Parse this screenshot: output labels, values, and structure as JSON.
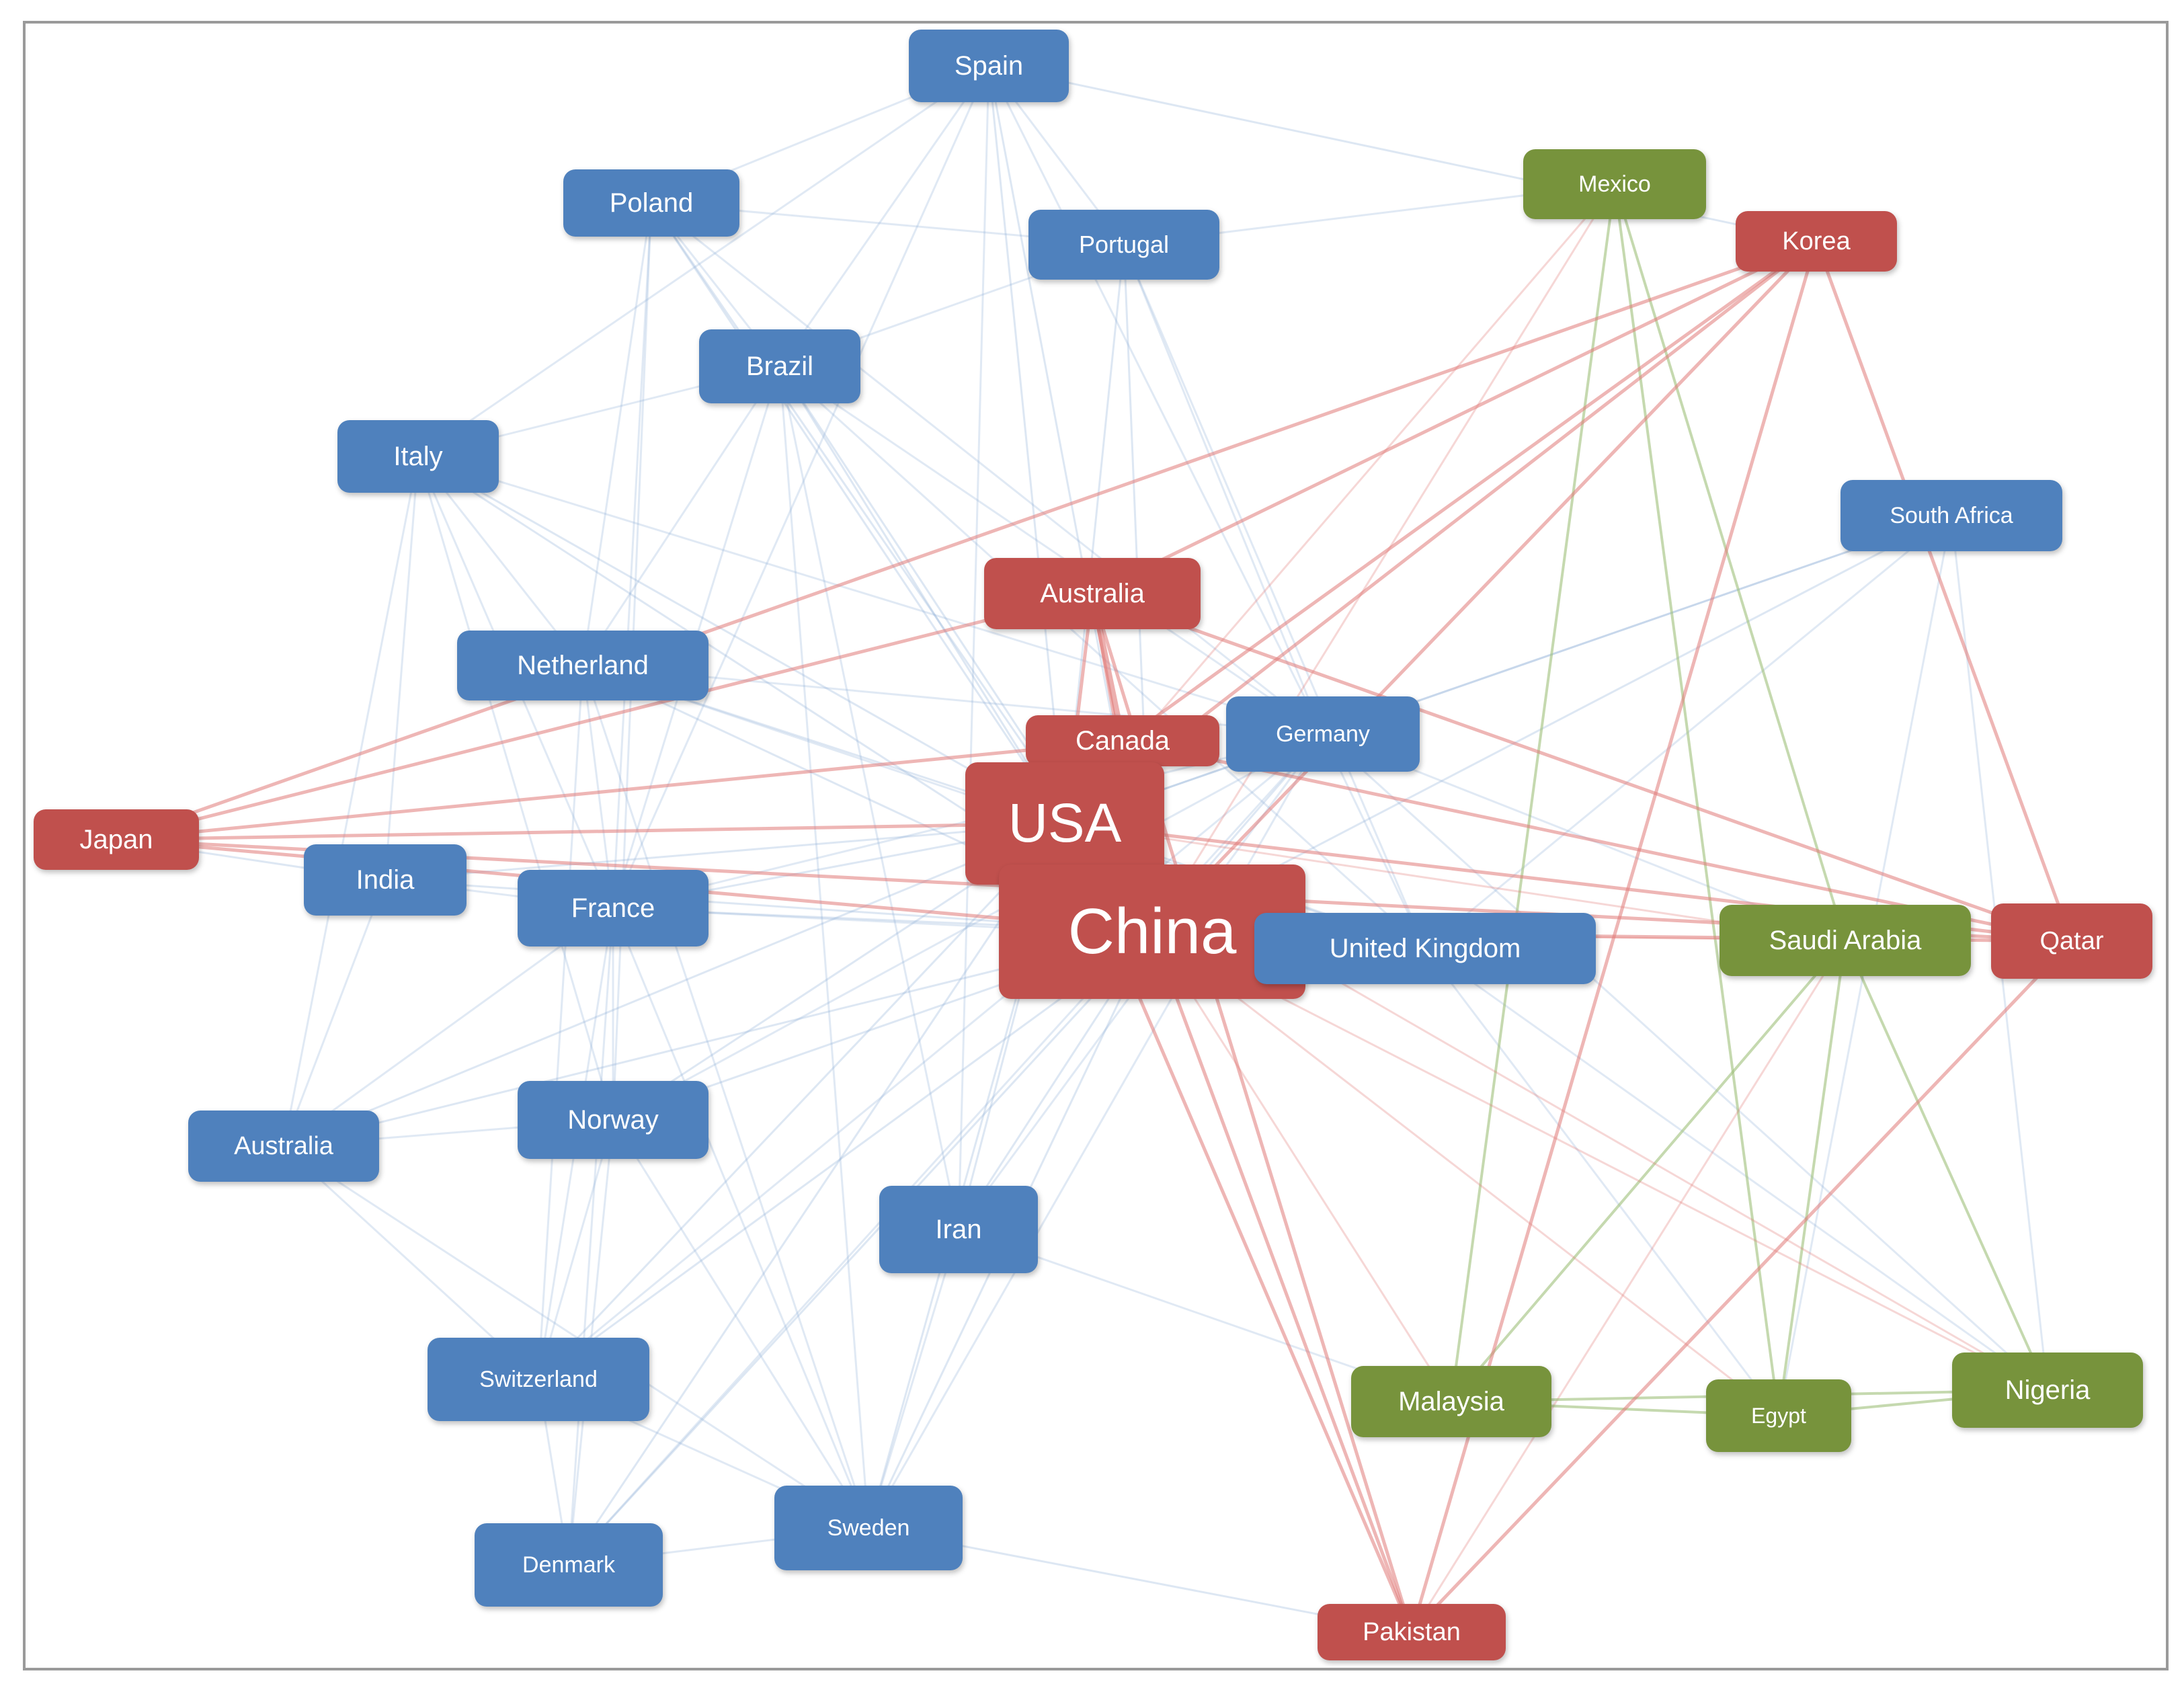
{
  "colors": {
    "blue": "#4f81bd",
    "red": "#c0504d",
    "green": "#77933c",
    "edge_blue": "#8fb0d8",
    "edge_red": "#e07a78",
    "edge_green": "#9fc07a"
  },
  "nodes": {
    "spain": {
      "label": "Spain",
      "group": "blue"
    },
    "poland": {
      "label": "Poland",
      "group": "blue"
    },
    "portugal": {
      "label": "Portugal",
      "group": "blue"
    },
    "brazil": {
      "label": "Brazil",
      "group": "blue"
    },
    "italy": {
      "label": "Italy",
      "group": "blue"
    },
    "netherland": {
      "label": "Netherland",
      "group": "blue"
    },
    "india": {
      "label": "India",
      "group": "blue"
    },
    "france": {
      "label": "France",
      "group": "blue"
    },
    "australia_blue": {
      "label": "Australia",
      "group": "blue"
    },
    "norway": {
      "label": "Norway",
      "group": "blue"
    },
    "iran": {
      "label": "Iran",
      "group": "blue"
    },
    "switzerland": {
      "label": "Switzerland",
      "group": "blue"
    },
    "sweden": {
      "label": "Sweden",
      "group": "blue"
    },
    "denmark": {
      "label": "Denmark",
      "group": "blue"
    },
    "germany": {
      "label": "Germany",
      "group": "blue"
    },
    "united_kingdom": {
      "label": "United Kingdom",
      "group": "blue"
    },
    "south_africa": {
      "label": "South Africa",
      "group": "blue"
    },
    "japan": {
      "label": "Japan",
      "group": "red"
    },
    "australia_red": {
      "label": "Australia",
      "group": "red"
    },
    "canada": {
      "label": "Canada",
      "group": "red"
    },
    "usa": {
      "label": "USA",
      "group": "red"
    },
    "china": {
      "label": "China",
      "group": "red"
    },
    "korea": {
      "label": "Korea",
      "group": "red"
    },
    "qatar": {
      "label": "Qatar",
      "group": "red"
    },
    "pakistan": {
      "label": "Pakistan",
      "group": "red"
    },
    "mexico": {
      "label": "Mexico",
      "group": "green"
    },
    "saudi_arabia": {
      "label": "Saudi Arabia",
      "group": "green"
    },
    "malaysia": {
      "label": "Malaysia",
      "group": "green"
    },
    "egypt": {
      "label": "Egypt",
      "group": "green"
    },
    "nigeria": {
      "label": "Nigeria",
      "group": "green"
    }
  },
  "edges": [
    [
      "spain",
      "poland"
    ],
    [
      "spain",
      "portugal"
    ],
    [
      "spain",
      "brazil"
    ],
    [
      "spain",
      "china"
    ],
    [
      "spain",
      "korea"
    ],
    [
      "spain",
      "iran"
    ],
    [
      "spain",
      "germany"
    ],
    [
      "spain",
      "italy"
    ],
    [
      "spain",
      "france"
    ],
    [
      "spain",
      "usa"
    ],
    [
      "poland",
      "portugal"
    ],
    [
      "poland",
      "brazil"
    ],
    [
      "poland",
      "china"
    ],
    [
      "poland",
      "netherland"
    ],
    [
      "poland",
      "france"
    ],
    [
      "poland",
      "norway"
    ],
    [
      "poland",
      "usa"
    ],
    [
      "poland",
      "germany"
    ],
    [
      "portugal",
      "brazil"
    ],
    [
      "portugal",
      "china"
    ],
    [
      "portugal",
      "germany"
    ],
    [
      "portugal",
      "mexico"
    ],
    [
      "portugal",
      "united_kingdom"
    ],
    [
      "portugal",
      "usa"
    ],
    [
      "brazil",
      "china"
    ],
    [
      "brazil",
      "usa"
    ],
    [
      "brazil",
      "italy"
    ],
    [
      "brazil",
      "netherland"
    ],
    [
      "brazil",
      "france"
    ],
    [
      "brazil",
      "sweden"
    ],
    [
      "brazil",
      "germany"
    ],
    [
      "brazil",
      "united_kingdom"
    ],
    [
      "brazil",
      "iran"
    ],
    [
      "italy",
      "china"
    ],
    [
      "italy",
      "usa"
    ],
    [
      "italy",
      "india"
    ],
    [
      "italy",
      "australia_blue"
    ],
    [
      "italy",
      "netherland"
    ],
    [
      "italy",
      "france"
    ],
    [
      "italy",
      "germany"
    ],
    [
      "italy",
      "norway"
    ],
    [
      "netherland",
      "china"
    ],
    [
      "netherland",
      "usa"
    ],
    [
      "netherland",
      "germany"
    ],
    [
      "netherland",
      "france"
    ],
    [
      "netherland",
      "united_kingdom"
    ],
    [
      "netherland",
      "sweden"
    ],
    [
      "netherland",
      "switzerland"
    ],
    [
      "india",
      "china"
    ],
    [
      "india",
      "usa"
    ],
    [
      "india",
      "france"
    ],
    [
      "india",
      "australia_blue"
    ],
    [
      "india",
      "japan"
    ],
    [
      "france",
      "china"
    ],
    [
      "france",
      "usa"
    ],
    [
      "france",
      "germany"
    ],
    [
      "france",
      "united_kingdom"
    ],
    [
      "france",
      "norway"
    ],
    [
      "france",
      "switzerland"
    ],
    [
      "france",
      "denmark"
    ],
    [
      "france",
      "sweden"
    ],
    [
      "france",
      "australia_blue"
    ],
    [
      "australia_blue",
      "china"
    ],
    [
      "australia_blue",
      "usa"
    ],
    [
      "australia_blue",
      "norway"
    ],
    [
      "australia_blue",
      "switzerland"
    ],
    [
      "australia_blue",
      "sweden"
    ],
    [
      "norway",
      "china"
    ],
    [
      "norway",
      "usa"
    ],
    [
      "norway",
      "germany"
    ],
    [
      "norway",
      "switzerland"
    ],
    [
      "norway",
      "denmark"
    ],
    [
      "norway",
      "sweden"
    ],
    [
      "iran",
      "china"
    ],
    [
      "iran",
      "usa"
    ],
    [
      "iran",
      "sweden"
    ],
    [
      "iran",
      "germany"
    ],
    [
      "iran",
      "malaysia"
    ],
    [
      "switzerland",
      "china"
    ],
    [
      "switzerland",
      "usa"
    ],
    [
      "switzerland",
      "denmark"
    ],
    [
      "switzerland",
      "sweden"
    ],
    [
      "switzerland",
      "germany"
    ],
    [
      "sweden",
      "china"
    ],
    [
      "sweden",
      "usa"
    ],
    [
      "sweden",
      "denmark"
    ],
    [
      "sweden",
      "pakistan"
    ],
    [
      "sweden",
      "germany"
    ],
    [
      "denmark",
      "china"
    ],
    [
      "denmark",
      "usa"
    ],
    [
      "denmark",
      "germany"
    ],
    [
      "germany",
      "china"
    ],
    [
      "germany",
      "usa"
    ],
    [
      "germany",
      "united_kingdom"
    ],
    [
      "germany",
      "south_africa"
    ],
    [
      "germany",
      "saudi_arabia"
    ],
    [
      "germany",
      "nigeria"
    ],
    [
      "united_kingdom",
      "china"
    ],
    [
      "united_kingdom",
      "usa"
    ],
    [
      "united_kingdom",
      "south_africa"
    ],
    [
      "united_kingdom",
      "nigeria"
    ],
    [
      "united_kingdom",
      "egypt"
    ],
    [
      "south_africa",
      "china"
    ],
    [
      "south_africa",
      "usa"
    ],
    [
      "south_africa",
      "egypt"
    ],
    [
      "south_africa",
      "nigeria"
    ],
    [
      "mexico",
      "china"
    ],
    [
      "mexico",
      "usa"
    ],
    [
      "mexico",
      "egypt"
    ],
    [
      "mexico",
      "malaysia"
    ],
    [
      "mexico",
      "saudi_arabia"
    ],
    [
      "saudi_arabia",
      "china"
    ],
    [
      "saudi_arabia",
      "usa"
    ],
    [
      "saudi_arabia",
      "egypt"
    ],
    [
      "saudi_arabia",
      "malaysia"
    ],
    [
      "saudi_arabia",
      "nigeria"
    ],
    [
      "saudi_arabia",
      "pakistan"
    ],
    [
      "malaysia",
      "egypt"
    ],
    [
      "malaysia",
      "nigeria"
    ],
    [
      "malaysia",
      "china"
    ],
    [
      "egypt",
      "nigeria"
    ],
    [
      "egypt",
      "china"
    ],
    [
      "nigeria",
      "china"
    ],
    [
      "nigeria",
      "usa"
    ],
    [
      "japan",
      "china"
    ],
    [
      "japan",
      "usa"
    ],
    [
      "japan",
      "canada"
    ],
    [
      "japan",
      "australia_red"
    ],
    [
      "japan",
      "qatar"
    ],
    [
      "japan",
      "korea"
    ],
    [
      "australia_red",
      "china"
    ],
    [
      "australia_red",
      "usa"
    ],
    [
      "australia_red",
      "canada"
    ],
    [
      "australia_red",
      "korea"
    ],
    [
      "australia_red",
      "qatar"
    ],
    [
      "australia_red",
      "pakistan"
    ],
    [
      "canada",
      "china"
    ],
    [
      "canada",
      "usa"
    ],
    [
      "canada",
      "korea"
    ],
    [
      "canada",
      "qatar"
    ],
    [
      "usa",
      "china"
    ],
    [
      "usa",
      "korea"
    ],
    [
      "usa",
      "qatar"
    ],
    [
      "usa",
      "pakistan"
    ],
    [
      "china",
      "korea"
    ],
    [
      "china",
      "qatar"
    ],
    [
      "china",
      "pakistan"
    ],
    [
      "korea",
      "qatar"
    ],
    [
      "korea",
      "pakistan"
    ],
    [
      "qatar",
      "pakistan"
    ]
  ]
}
